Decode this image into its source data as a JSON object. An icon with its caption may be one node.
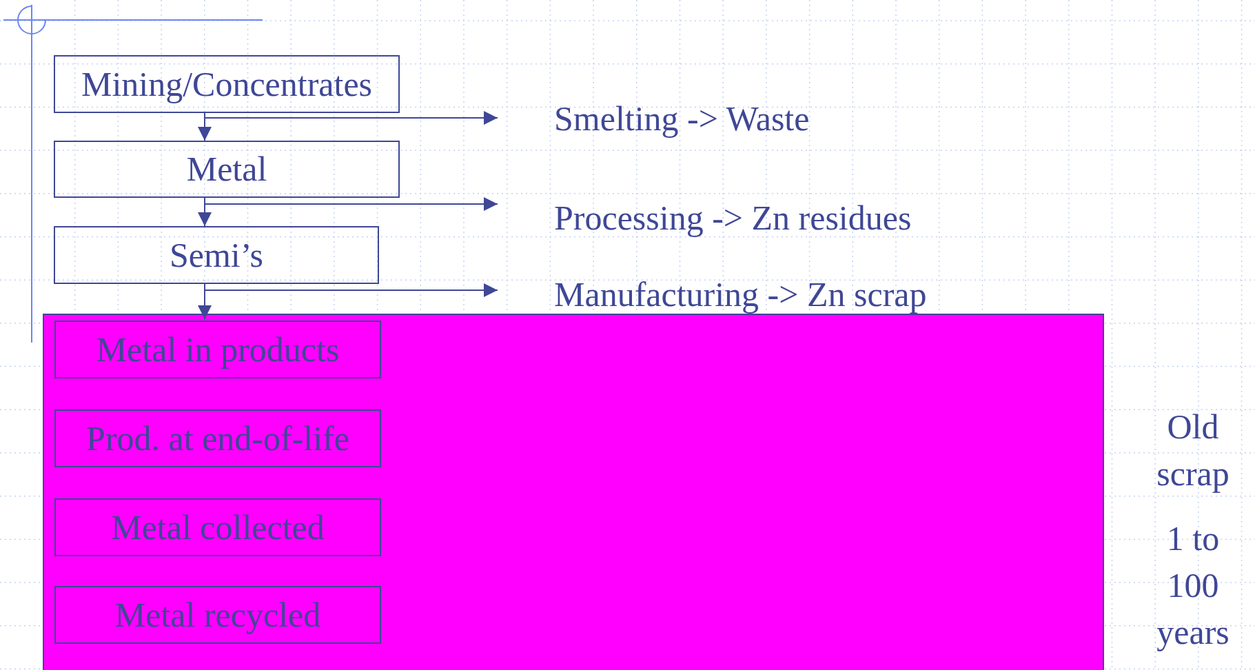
{
  "diagram": {
    "nodes": [
      {
        "text": [
          "Mining/Concentrates"
        ]
      },
      {
        "text": [
          "Smelting -> Waste"
        ]
      },
      {
        "text": [
          "Metal"
        ]
      },
      {
        "text": [
          "Processing -> Zn residues"
        ]
      },
      {
        "text": [
          "Semi’s"
        ]
      },
      {
        "text": [
          "Manufacturing -> Zn scrap"
        ]
      },
      {
        "text": [],
        "shape": "box"
      },
      {
        "text": [
          "Metal in products"
        ],
        "in": 6
      },
      {
        "text": [
          "Prod. at end-of-life"
        ],
        "in": 6
      },
      {
        "text": [
          "Metal collected"
        ],
        "in": 6
      },
      {
        "text": [
          "Metal recycled"
        ],
        "in": 6
      }
    ],
    "edges": [
      {
        "from": 0,
        "to": 2,
        "arrow": "to"
      },
      {
        "from": 0,
        "to": 1,
        "arrow": "to"
      },
      {
        "from": 2,
        "to": 4,
        "arrow": "to"
      },
      {
        "from": 2,
        "to": 3,
        "arrow": "to"
      },
      {
        "from": 4,
        "to": 7,
        "arrow": "to"
      },
      {
        "from": 4,
        "to": 5,
        "arrow": "to"
      }
    ],
    "labels": [
      "Old scrap",
      "1 to 100 years"
    ]
  }
}
